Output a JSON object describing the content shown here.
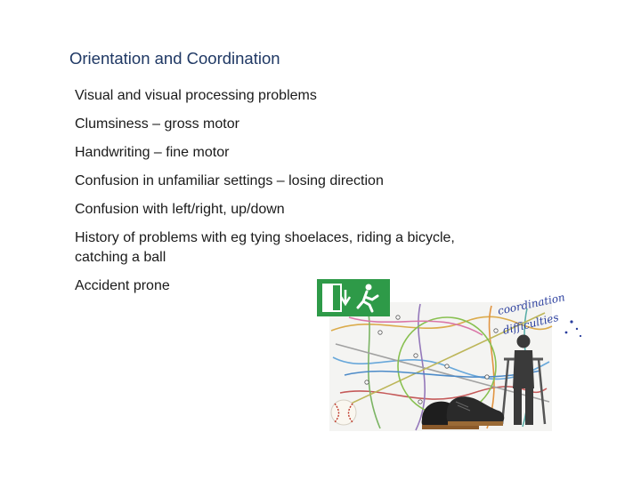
{
  "slide": {
    "title": "Orientation and Coordination",
    "bullets": [
      "Visual and visual processing problems",
      "Clumsiness – gross motor",
      "Handwriting – fine motor",
      "Confusion in unfamiliar settings – losing direction",
      "Confusion with left/right, up/down",
      "History of problems with eg tying shoelaces, riding a bicycle, catching a ball",
      "Accident prone"
    ]
  },
  "illustration": {
    "handwritten_text": "coordination difficulties",
    "icons": [
      "emergency-exit-sign-icon",
      "subway-map-icon",
      "baseball-icon",
      "shoes-icon",
      "person-with-crutches-icon"
    ],
    "colors": {
      "exit_sign": "#2e9a48",
      "ink": "#2b3f9e"
    }
  }
}
